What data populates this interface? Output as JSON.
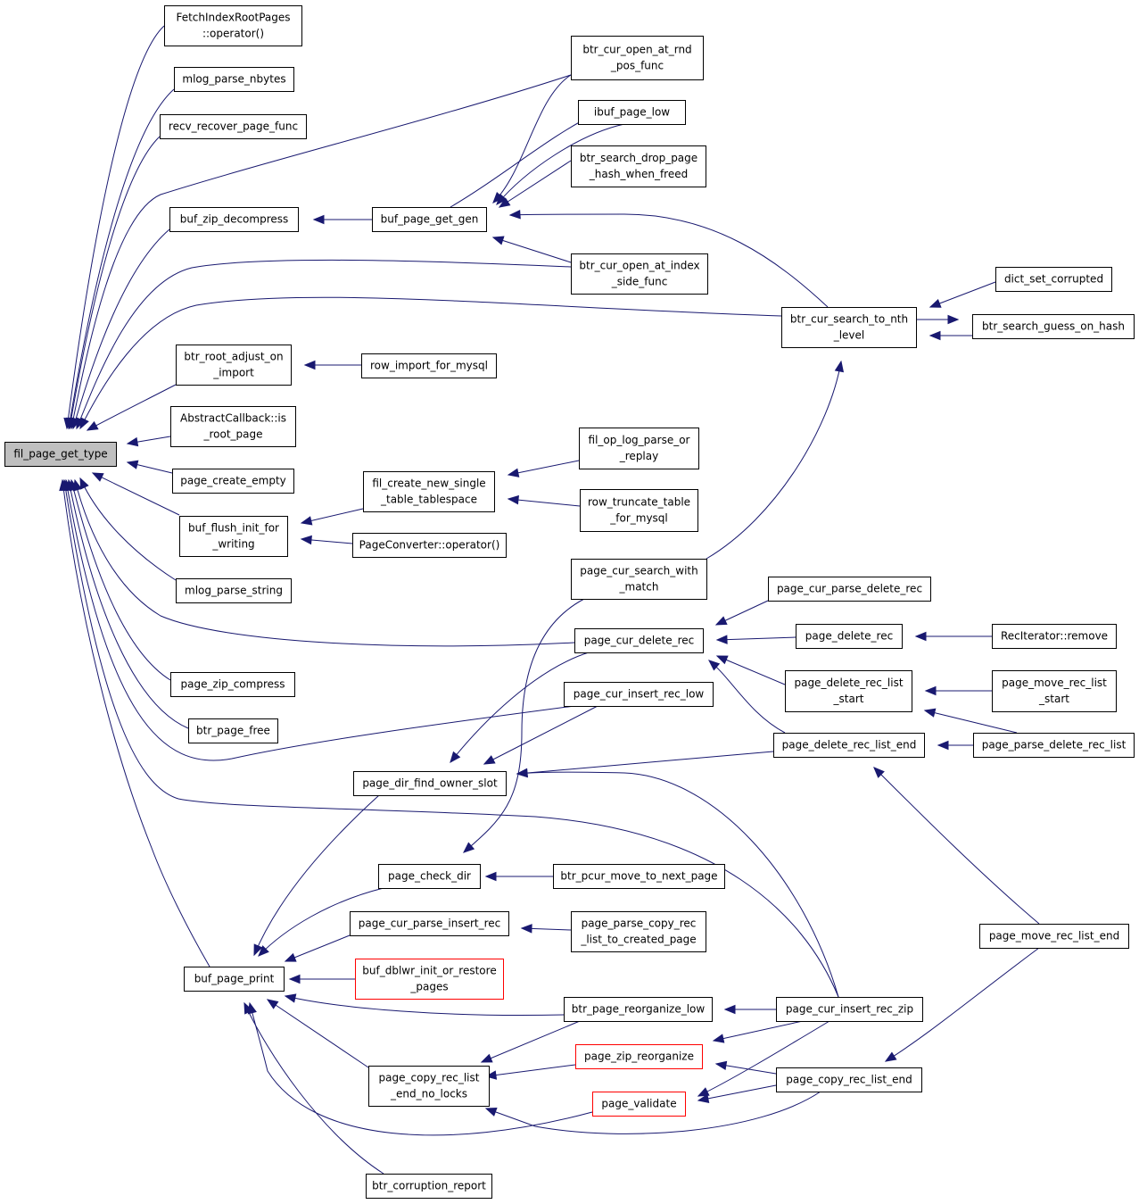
{
  "graph": {
    "edge_color": "#191970",
    "root_fill": "#bfbfbf",
    "red_node_stroke": "#ff0000",
    "nodes": [
      {
        "id": "fil_page_get_type",
        "lines": [
          "fil_page_get_type"
        ],
        "root": true
      },
      {
        "id": "FetchIndexRootPages",
        "lines": [
          "FetchIndexRootPages",
          "::operator()"
        ]
      },
      {
        "id": "mlog_parse_nbytes",
        "lines": [
          "mlog_parse_nbytes"
        ]
      },
      {
        "id": "recv_recover_page_func",
        "lines": [
          "recv_recover_page_func"
        ]
      },
      {
        "id": "buf_zip_decompress",
        "lines": [
          "buf_zip_decompress"
        ]
      },
      {
        "id": "btr_root_adjust_on_import",
        "lines": [
          "btr_root_adjust_on",
          "_import"
        ]
      },
      {
        "id": "AbstractCallback_is_root_page",
        "lines": [
          "AbstractCallback::is",
          "_root_page"
        ]
      },
      {
        "id": "page_create_empty",
        "lines": [
          "page_create_empty"
        ]
      },
      {
        "id": "buf_flush_init_for_writing",
        "lines": [
          "buf_flush_init_for",
          "_writing"
        ]
      },
      {
        "id": "mlog_parse_string",
        "lines": [
          "mlog_parse_string"
        ]
      },
      {
        "id": "page_zip_compress",
        "lines": [
          "page_zip_compress"
        ]
      },
      {
        "id": "btr_page_free",
        "lines": [
          "btr_page_free"
        ]
      },
      {
        "id": "buf_page_print",
        "lines": [
          "buf_page_print"
        ]
      },
      {
        "id": "btr_corruption_report",
        "lines": [
          "btr_corruption_report"
        ]
      },
      {
        "id": "buf_page_get_gen",
        "lines": [
          "buf_page_get_gen"
        ]
      },
      {
        "id": "row_import_for_mysql",
        "lines": [
          "row_import_for_mysql"
        ]
      },
      {
        "id": "fil_create_new_single_table_tablespace",
        "lines": [
          "fil_create_new_single",
          "_table_tablespace"
        ]
      },
      {
        "id": "PageConverter_operator",
        "lines": [
          "PageConverter::operator()"
        ]
      },
      {
        "id": "page_dir_find_owner_slot",
        "lines": [
          "page_dir_find_owner_slot"
        ]
      },
      {
        "id": "page_check_dir",
        "lines": [
          "page_check_dir"
        ]
      },
      {
        "id": "page_cur_parse_insert_rec",
        "lines": [
          "page_cur_parse_insert_rec"
        ]
      },
      {
        "id": "buf_dblwr_init_or_restore_pages",
        "lines": [
          "buf_dblwr_init_or_restore",
          "_pages"
        ],
        "red": true
      },
      {
        "id": "page_copy_rec_list_end_no_locks",
        "lines": [
          "page_copy_rec_list",
          "_end_no_locks"
        ]
      },
      {
        "id": "btr_cur_open_at_rnd_pos_func",
        "lines": [
          "btr_cur_open_at_rnd",
          "_pos_func"
        ]
      },
      {
        "id": "ibuf_page_low",
        "lines": [
          "ibuf_page_low"
        ]
      },
      {
        "id": "btr_search_drop_page_hash_when_freed",
        "lines": [
          "btr_search_drop_page",
          "_hash_when_freed"
        ]
      },
      {
        "id": "btr_cur_open_at_index_side_func",
        "lines": [
          "btr_cur_open_at_index",
          "_side_func"
        ]
      },
      {
        "id": "fil_op_log_parse_or_replay",
        "lines": [
          "fil_op_log_parse_or",
          "_replay"
        ]
      },
      {
        "id": "row_truncate_table_for_mysql",
        "lines": [
          "row_truncate_table",
          "_for_mysql"
        ]
      },
      {
        "id": "page_cur_search_with_match",
        "lines": [
          "page_cur_search_with",
          "_match"
        ]
      },
      {
        "id": "page_cur_delete_rec",
        "lines": [
          "page_cur_delete_rec"
        ]
      },
      {
        "id": "page_cur_insert_rec_low",
        "lines": [
          "page_cur_insert_rec_low"
        ]
      },
      {
        "id": "btr_pcur_move_to_next_page",
        "lines": [
          "btr_pcur_move_to_next_page"
        ]
      },
      {
        "id": "page_parse_copy_rec_list_to_created_page",
        "lines": [
          "page_parse_copy_rec",
          "_list_to_created_page"
        ]
      },
      {
        "id": "btr_page_reorganize_low",
        "lines": [
          "btr_page_reorganize_low"
        ]
      },
      {
        "id": "page_zip_reorganize",
        "lines": [
          "page_zip_reorganize"
        ],
        "red": true
      },
      {
        "id": "page_validate",
        "lines": [
          "page_validate"
        ],
        "red": true
      },
      {
        "id": "btr_cur_search_to_nth_level",
        "lines": [
          "btr_cur_search_to_nth",
          "_level"
        ]
      },
      {
        "id": "page_cur_parse_delete_rec",
        "lines": [
          "page_cur_parse_delete_rec"
        ]
      },
      {
        "id": "page_delete_rec",
        "lines": [
          "page_delete_rec"
        ]
      },
      {
        "id": "page_delete_rec_list_start",
        "lines": [
          "page_delete_rec_list",
          "_start"
        ]
      },
      {
        "id": "page_delete_rec_list_end",
        "lines": [
          "page_delete_rec_list_end"
        ]
      },
      {
        "id": "page_cur_insert_rec_zip",
        "lines": [
          "page_cur_insert_rec_zip"
        ]
      },
      {
        "id": "page_copy_rec_list_end",
        "lines": [
          "page_copy_rec_list_end"
        ]
      },
      {
        "id": "dict_set_corrupted",
        "lines": [
          "dict_set_corrupted"
        ]
      },
      {
        "id": "btr_search_guess_on_hash",
        "lines": [
          "btr_search_guess_on_hash"
        ]
      },
      {
        "id": "RecIterator_remove",
        "lines": [
          "RecIterator::remove"
        ]
      },
      {
        "id": "page_move_rec_list_start",
        "lines": [
          "page_move_rec_list",
          "_start"
        ]
      },
      {
        "id": "page_parse_delete_rec_list",
        "lines": [
          "page_parse_delete_rec_list"
        ]
      },
      {
        "id": "page_move_rec_list_end",
        "lines": [
          "page_move_rec_list_end"
        ]
      }
    ],
    "edges": [
      {
        "from": "FetchIndexRootPages",
        "to": "fil_page_get_type"
      },
      {
        "from": "mlog_parse_nbytes",
        "to": "fil_page_get_type"
      },
      {
        "from": "recv_recover_page_func",
        "to": "fil_page_get_type"
      },
      {
        "from": "btr_cur_open_at_rnd_pos_func",
        "to": "fil_page_get_type"
      },
      {
        "from": "buf_zip_decompress",
        "to": "fil_page_get_type"
      },
      {
        "from": "btr_cur_open_at_index_side_func",
        "to": "fil_page_get_type"
      },
      {
        "from": "btr_cur_search_to_nth_level",
        "to": "fil_page_get_type"
      },
      {
        "from": "btr_root_adjust_on_import",
        "to": "fil_page_get_type"
      },
      {
        "from": "AbstractCallback_is_root_page",
        "to": "fil_page_get_type"
      },
      {
        "from": "page_create_empty",
        "to": "fil_page_get_type"
      },
      {
        "from": "buf_flush_init_for_writing",
        "to": "fil_page_get_type"
      },
      {
        "from": "mlog_parse_string",
        "to": "fil_page_get_type"
      },
      {
        "from": "page_cur_delete_rec",
        "to": "fil_page_get_type"
      },
      {
        "from": "page_zip_compress",
        "to": "fil_page_get_type"
      },
      {
        "from": "btr_page_free",
        "to": "fil_page_get_type"
      },
      {
        "from": "page_cur_insert_rec_low",
        "to": "fil_page_get_type"
      },
      {
        "from": "page_cur_insert_rec_zip",
        "to": "fil_page_get_type"
      },
      {
        "from": "buf_page_print",
        "to": "fil_page_get_type"
      },
      {
        "from": "buf_page_get_gen",
        "to": "buf_zip_decompress"
      },
      {
        "from": "btr_cur_open_at_rnd_pos_func",
        "to": "buf_page_get_gen"
      },
      {
        "from": "ibuf_page_low",
        "to": "buf_page_get_gen"
      },
      {
        "from": "btr_search_drop_page_hash_when_freed",
        "to": "buf_page_get_gen"
      },
      {
        "from": "btr_cur_open_at_index_side_func",
        "to": "buf_page_get_gen"
      },
      {
        "from": "btr_cur_search_to_nth_level",
        "to": "buf_page_get_gen"
      },
      {
        "from": "buf_page_get_gen",
        "to": "ibuf_page_low"
      },
      {
        "from": "row_import_for_mysql",
        "to": "btr_root_adjust_on_import"
      },
      {
        "from": "fil_create_new_single_table_tablespace",
        "to": "buf_flush_init_for_writing"
      },
      {
        "from": "PageConverter_operator",
        "to": "buf_flush_init_for_writing"
      },
      {
        "from": "fil_op_log_parse_or_replay",
        "to": "fil_create_new_single_table_tablespace"
      },
      {
        "from": "row_truncate_table_for_mysql",
        "to": "fil_create_new_single_table_tablespace"
      },
      {
        "from": "page_cur_search_with_match",
        "to": "btr_cur_search_to_nth_level"
      },
      {
        "from": "dict_set_corrupted",
        "to": "btr_cur_search_to_nth_level"
      },
      {
        "from": "btr_search_guess_on_hash",
        "to": "btr_cur_search_to_nth_level"
      },
      {
        "from": "btr_cur_search_to_nth_level",
        "to": "btr_search_guess_on_hash"
      },
      {
        "from": "page_cur_parse_delete_rec",
        "to": "page_cur_delete_rec"
      },
      {
        "from": "page_delete_rec",
        "to": "page_cur_delete_rec"
      },
      {
        "from": "page_delete_rec_list_start",
        "to": "page_cur_delete_rec"
      },
      {
        "from": "page_delete_rec_list_end",
        "to": "page_cur_delete_rec"
      },
      {
        "from": "RecIterator_remove",
        "to": "page_delete_rec"
      },
      {
        "from": "page_move_rec_list_start",
        "to": "page_delete_rec_list_start"
      },
      {
        "from": "page_parse_delete_rec_list",
        "to": "page_delete_rec_list_start"
      },
      {
        "from": "page_parse_delete_rec_list",
        "to": "page_delete_rec_list_end"
      },
      {
        "from": "page_move_rec_list_end",
        "to": "page_delete_rec_list_end"
      },
      {
        "from": "page_cur_delete_rec",
        "to": "page_dir_find_owner_slot"
      },
      {
        "from": "page_cur_insert_rec_low",
        "to": "page_dir_find_owner_slot"
      },
      {
        "from": "page_delete_rec_list_end",
        "to": "page_dir_find_owner_slot"
      },
      {
        "from": "page_cur_insert_rec_zip",
        "to": "page_dir_find_owner_slot"
      },
      {
        "from": "page_cur_search_with_match",
        "to": "page_check_dir"
      },
      {
        "from": "page_dir_find_owner_slot",
        "to": "buf_page_print"
      },
      {
        "from": "page_check_dir",
        "to": "buf_page_print"
      },
      {
        "from": "page_cur_parse_insert_rec",
        "to": "buf_page_print"
      },
      {
        "from": "buf_dblwr_init_or_restore_pages",
        "to": "buf_page_print"
      },
      {
        "from": "btr_page_reorganize_low",
        "to": "buf_page_print"
      },
      {
        "from": "page_copy_rec_list_end_no_locks",
        "to": "buf_page_print"
      },
      {
        "from": "page_validate",
        "to": "buf_page_print"
      },
      {
        "from": "btr_corruption_report",
        "to": "buf_page_print"
      },
      {
        "from": "btr_pcur_move_to_next_page",
        "to": "page_check_dir"
      },
      {
        "from": "page_parse_copy_rec_list_to_created_page",
        "to": "page_cur_parse_insert_rec"
      },
      {
        "from": "page_cur_insert_rec_zip",
        "to": "btr_page_reorganize_low"
      },
      {
        "from": "btr_page_reorganize_low",
        "to": "page_copy_rec_list_end_no_locks"
      },
      {
        "from": "page_zip_reorganize",
        "to": "page_copy_rec_list_end_no_locks"
      },
      {
        "from": "page_copy_rec_list_end",
        "to": "page_copy_rec_list_end_no_locks"
      },
      {
        "from": "page_cur_insert_rec_zip",
        "to": "page_zip_reorganize"
      },
      {
        "from": "page_copy_rec_list_end",
        "to": "page_zip_reorganize"
      },
      {
        "from": "page_cur_insert_rec_zip",
        "to": "page_validate"
      },
      {
        "from": "page_copy_rec_list_end",
        "to": "page_validate"
      },
      {
        "from": "page_move_rec_list_end",
        "to": "page_copy_rec_list_end"
      }
    ]
  }
}
